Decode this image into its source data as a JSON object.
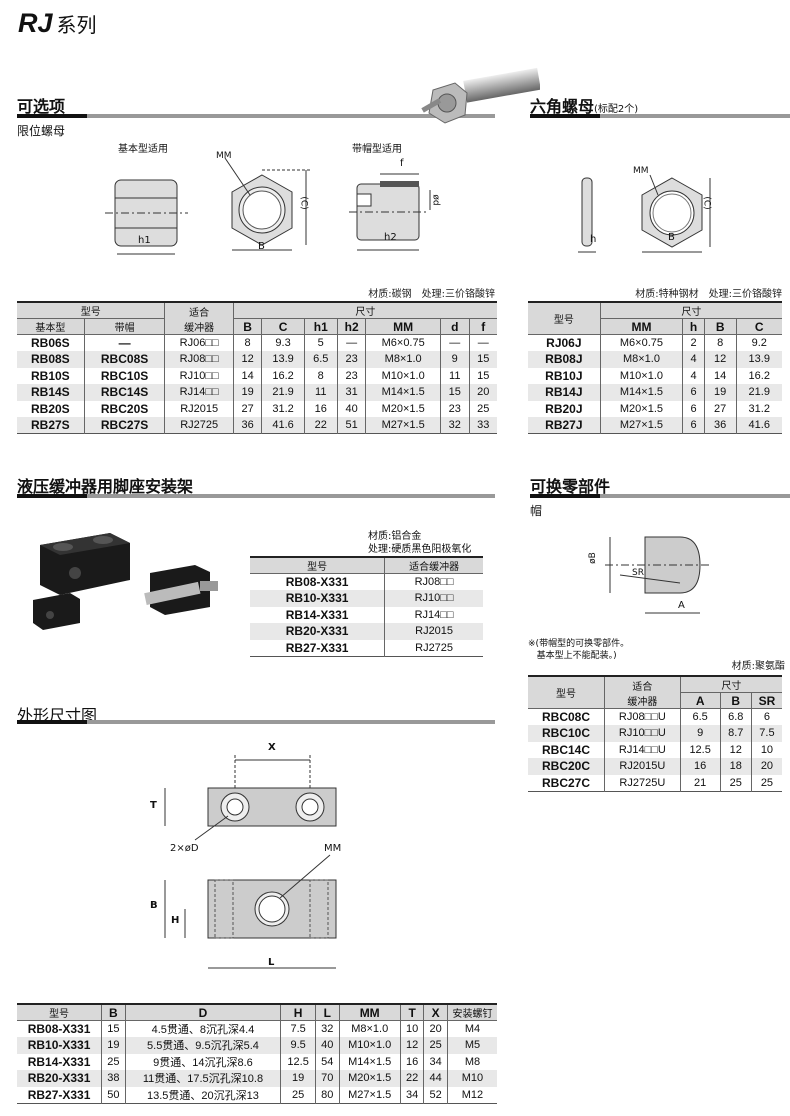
{
  "page_title": {
    "series": "RJ",
    "label": "系列"
  },
  "options": {
    "title": "可选项",
    "subtitle": "限位螺母",
    "basic_label": "基本型适用",
    "cap_label": "带帽型适用",
    "dims": {
      "mm": "MM",
      "h1": "h1",
      "b": "B",
      "c": "(C)",
      "f": "f",
      "d": "ød",
      "h2": "h2"
    },
    "material": "材质:碳钢　处理:三价铬酸锌",
    "headers": {
      "model": "型号",
      "basic": "基本型",
      "cap": "带帽",
      "fit": "适合",
      "fit2": "缓冲器",
      "size": "尺寸",
      "cols": [
        "B",
        "C",
        "h1",
        "h2",
        "MM",
        "d",
        "f"
      ]
    },
    "rows": [
      [
        "RB06S",
        "—",
        "RJ06□□",
        "8",
        "9.3",
        "5",
        "—",
        "M6×0.75",
        "—",
        "—"
      ],
      [
        "RB08S",
        "RBC08S",
        "RJ08□□",
        "12",
        "13.9",
        "6.5",
        "23",
        "M8×1.0",
        "9",
        "15"
      ],
      [
        "RB10S",
        "RBC10S",
        "RJ10□□",
        "14",
        "16.2",
        "8",
        "23",
        "M10×1.0",
        "11",
        "15"
      ],
      [
        "RB14S",
        "RBC14S",
        "RJ14□□",
        "19",
        "21.9",
        "11",
        "31",
        "M14×1.5",
        "15",
        "20"
      ],
      [
        "RB20S",
        "RBC20S",
        "RJ2015",
        "27",
        "31.2",
        "16",
        "40",
        "M20×1.5",
        "23",
        "25"
      ],
      [
        "RB27S",
        "RBC27S",
        "RJ2725",
        "36",
        "41.6",
        "22",
        "51",
        "M27×1.5",
        "32",
        "33"
      ]
    ]
  },
  "hexnut": {
    "title": "六角螺母",
    "note": "(标配2个)",
    "dims": {
      "mm": "MM",
      "h": "h",
      "b": "B",
      "c": "(C)"
    },
    "material": "材质:特种钢材　处理:三价铬酸锌",
    "headers": {
      "model": "型号",
      "size": "尺寸",
      "cols": [
        "MM",
        "h",
        "B",
        "C"
      ]
    },
    "rows": [
      [
        "RJ06J",
        "M6×0.75",
        "2",
        "8",
        "9.2"
      ],
      [
        "RB08J",
        "M8×1.0",
        "4",
        "12",
        "13.9"
      ],
      [
        "RB10J",
        "M10×1.0",
        "4",
        "14",
        "16.2"
      ],
      [
        "RB14J",
        "M14×1.5",
        "6",
        "19",
        "21.9"
      ],
      [
        "RB20J",
        "M20×1.5",
        "6",
        "27",
        "31.2"
      ],
      [
        "RB27J",
        "M27×1.5",
        "6",
        "36",
        "41.6"
      ]
    ]
  },
  "bracket": {
    "title": "液压缓冲器用脚座安装架",
    "material": "材质:铝合金",
    "treatment": "处理:硬质黑色阳极氧化",
    "headers": {
      "model": "型号",
      "fit": "适合缓冲器"
    },
    "rows": [
      [
        "RB08-X331",
        "RJ08□□"
      ],
      [
        "RB10-X331",
        "RJ10□□"
      ],
      [
        "RB14-X331",
        "RJ14□□"
      ],
      [
        "RB20-X331",
        "RJ2015"
      ],
      [
        "RB27-X331",
        "RJ2725"
      ]
    ]
  },
  "parts": {
    "title": "可换零部件",
    "subtitle": "帽",
    "dims": {
      "b": "øB",
      "sr": "SR",
      "a": "A"
    },
    "note_mark": "※",
    "note1": "带帽型的可换零部件。",
    "note2": "基本型上不能配装。",
    "material": "材质:聚氨酯",
    "headers": {
      "model": "型号",
      "fit": "适合",
      "fit2": "缓冲器",
      "size": "尺寸",
      "cols": [
        "A",
        "B",
        "SR"
      ]
    },
    "rows": [
      [
        "RBC08C",
        "RJ08□□U",
        "6.5",
        "6.8",
        "6"
      ],
      [
        "RBC10C",
        "RJ10□□U",
        "9",
        "8.7",
        "7.5"
      ],
      [
        "RBC14C",
        "RJ14□□U",
        "12.5",
        "12",
        "10"
      ],
      [
        "RBC20C",
        "RJ2015U",
        "16",
        "18",
        "20"
      ],
      [
        "RBC27C",
        "RJ2725U",
        "21",
        "25",
        "25"
      ]
    ]
  },
  "outline": {
    "title": "外形尺寸图",
    "dims": {
      "x": "X",
      "t": "T",
      "d": "2×øD",
      "mm": "MM",
      "b": "B",
      "h": "H",
      "l": "L"
    },
    "headers": [
      "型号",
      "B",
      "D",
      "H",
      "L",
      "MM",
      "T",
      "X",
      "安装螺钉"
    ],
    "rows": [
      [
        "RB08-X331",
        "15",
        "4.5贯通、8沉孔深4.4",
        "7.5",
        "32",
        "M8×1.0",
        "10",
        "20",
        "M4"
      ],
      [
        "RB10-X331",
        "19",
        "5.5贯通、9.5沉孔深5.4",
        "9.5",
        "40",
        "M10×1.0",
        "12",
        "25",
        "M5"
      ],
      [
        "RB14-X331",
        "25",
        "9贯通、14沉孔深8.6",
        "12.5",
        "54",
        "M14×1.5",
        "16",
        "34",
        "M8"
      ],
      [
        "RB20-X331",
        "38",
        "11贯通、17.5沉孔深10.8",
        "19",
        "70",
        "M20×1.5",
        "22",
        "44",
        "M10"
      ],
      [
        "RB27-X331",
        "50",
        "13.5贯通、20沉孔深13",
        "25",
        "80",
        "M27×1.5",
        "34",
        "52",
        "M12"
      ]
    ]
  }
}
